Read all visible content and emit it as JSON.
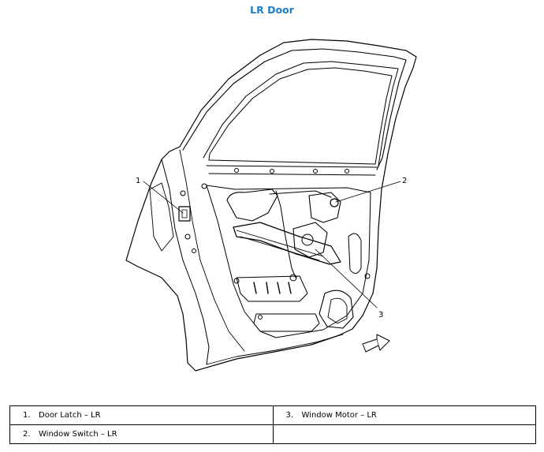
{
  "title": "LR Door",
  "callouts": [
    {
      "number": "1",
      "label": "Door Latch – LR"
    },
    {
      "number": "2",
      "label": "Window Switch – LR"
    },
    {
      "number": "3",
      "label": "Window Motor – LR"
    }
  ],
  "legend": {
    "rows": [
      [
        {
          "number": "1.",
          "label": "Door Latch – LR"
        },
        {
          "number": "3.",
          "label": "Window Motor – LR"
        }
      ],
      [
        {
          "number": "2.",
          "label": "Window Switch – LR"
        },
        {
          "number": "",
          "label": ""
        }
      ]
    ]
  },
  "colors": {
    "title": "#1f7cc1",
    "line": "#000000"
  },
  "icons": {
    "direction_arrow": "front-direction-arrow-icon"
  }
}
